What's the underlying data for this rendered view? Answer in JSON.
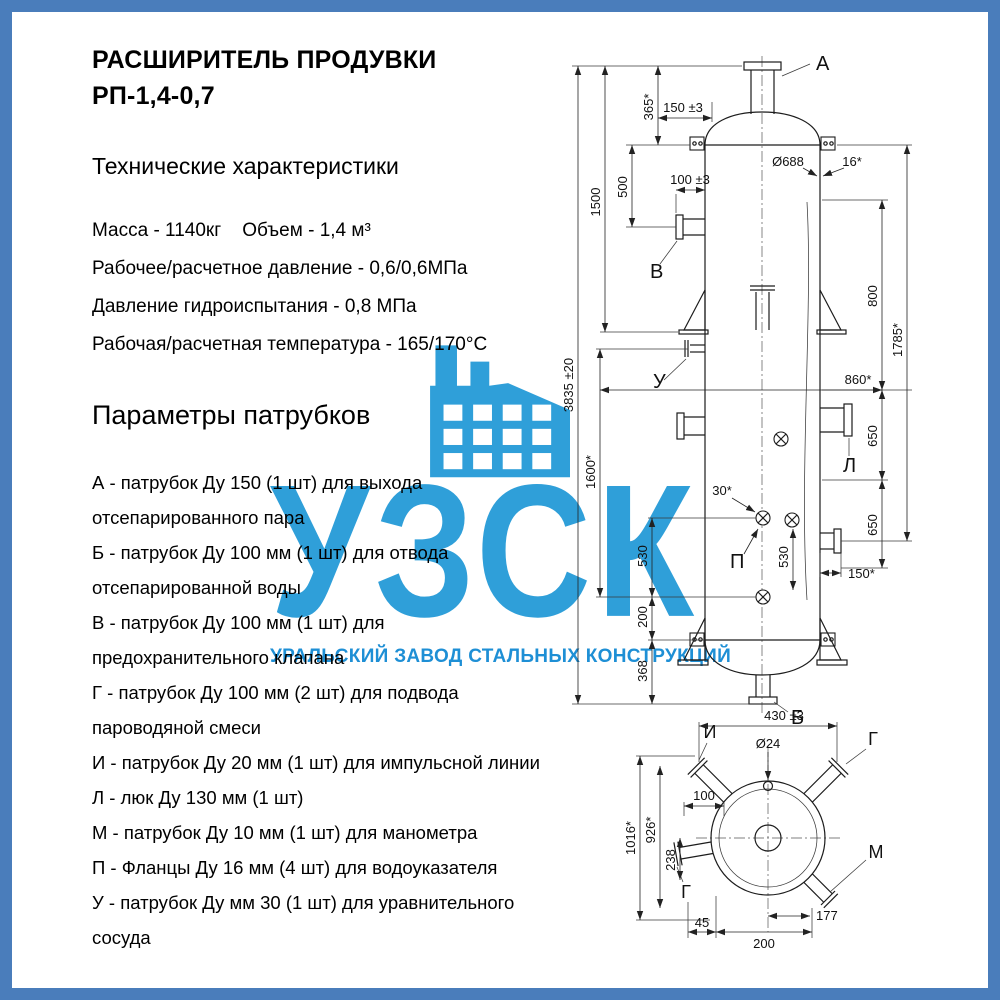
{
  "colors": {
    "frame": "#4a7dbb",
    "wm": "#2f9fd9",
    "wm_sub": "#1e8fd5",
    "line": "#1c1c1c"
  },
  "title": {
    "line1": "РАСШИРИТЕЛЬ ПРОДУВКИ",
    "line2": "РП-1,4-0,7"
  },
  "tech": {
    "heading": "Технические характеристики",
    "rows": [
      "Масса - 1140кг    Объем - 1,4 м³",
      "Рабочее/расчетное давление - 0,6/0,6МПа",
      "Давление гидроиспытания - 0,8 МПа",
      "Рабочая/расчетная температура - 165/170°С"
    ]
  },
  "nozzle_params": {
    "heading": "Параметры патрубков",
    "items": [
      "А - патрубок Ду 150 (1 шт) для выхода отсепарированного пара",
      "Б - патрубок Ду 100 мм (1 шт) для отвода отсепарированной воды",
      "В - патрубок Ду 100 мм (1 шт) для предохранительного клапана",
      "Г - патрубок Ду 100 мм (2 шт) для подвода пароводяной смеси",
      "И - патрубок Ду 20 мм (1 шт) для импульсной линии",
      "Л - люк Ду 130 мм (1 шт)",
      "М - патрубок Ду 10 мм (1 шт) для манометра",
      "П - Фланцы Ду 16 мм (4 шт) для водоуказателя",
      "У - патрубок Ду мм 30 (1 шт) для уравнительного сосуда"
    ]
  },
  "watermark": {
    "text": "УЗСК",
    "subtext": "УРАЛЬСКИЙ ЗАВОД СТАЛЬНЫХ КОНСТРУКЦИЙ"
  },
  "drawing": {
    "front": {
      "label_a": "А",
      "label_v": "В",
      "label_u": "У",
      "label_l": "Л",
      "label_p": "П",
      "label_b": "Б",
      "dim_overall": "3835 ±20",
      "dim_1500": "1500",
      "dim_500": "500",
      "dim_365": "365*",
      "dim_150_tol": "150 ±3",
      "dim_100_tol": "100 ±3",
      "dim_d688": "Ø688",
      "dim_16": "16*",
      "dim_800": "800",
      "dim_1785": "1785*",
      "dim_860": "860*",
      "dim_1600": "1600*",
      "dim_30": "30*",
      "dim_530_left": "530",
      "dim_530_right": "530",
      "dim_200": "200",
      "dim_368": "368",
      "dim_650_upper": "650",
      "dim_650_lower": "650",
      "dim_150_star": "150*"
    },
    "bottom": {
      "label_i": "И",
      "label_g_top": "Г",
      "label_g_bottom": "Г",
      "label_m": "М",
      "dim_430": "430 ±3",
      "dim_d24": "Ø24",
      "dim_100": "100",
      "dim_1016": "1016*",
      "dim_926": "926*",
      "dim_238": "238",
      "dim_45": "45",
      "dim_200": "200",
      "dim_177": "177"
    }
  }
}
